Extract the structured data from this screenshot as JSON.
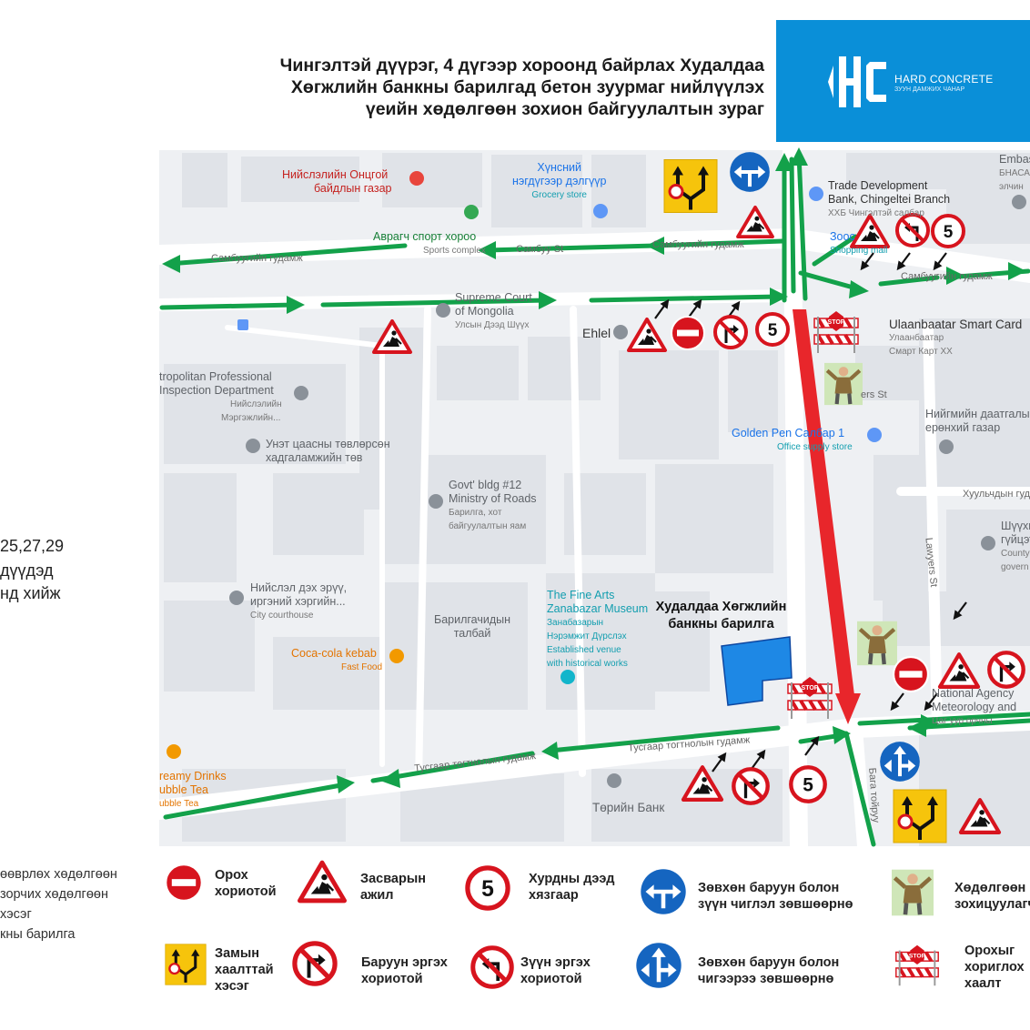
{
  "header": {
    "title_lines": [
      "Чингэлтэй дүүрэг, 4 дүгээр хороонд байрлах Худалдаа",
      "Хөгжлийн банкны барилгад бетон зуурмаг нийлүүлэх",
      "үеийн хөдөлгөөн зохион байгуулалтын зураг"
    ]
  },
  "logo": {
    "name": "HARD CONCRETE",
    "tagline": "ЗУУН ДАМЖИХ ЧАНАР",
    "bg_color": "#0a8fd8"
  },
  "map": {
    "places": {
      "p1": {
        "name": "Нийслэлийн Онцгой",
        "name2": "байдлын газар"
      },
      "p2": {
        "name": "Хүнсний",
        "name2": "нэгдүгээр дэлгүүр",
        "sub": "Grocery store"
      },
      "p3": {
        "name": "Trade Development",
        "name2": "Bank, Chingeltei Branch",
        "sub": "ХХБ Чингэлтэй салбар"
      },
      "p4": {
        "name": "Embassy",
        "name2": "БНАСАУ",
        "sub": "элчин"
      },
      "p5": {
        "name": "Аврагч спорт хороо",
        "sub": "Sports complex"
      },
      "p6": {
        "name": "Supreme Court",
        "name2": "of Mongolia",
        "sub": "Улсын Дээд Шүүх"
      },
      "p7": {
        "name": "Ehlel"
      },
      "p8": {
        "name": "Ulaanbaatar Smart Card",
        "sub": "Улаанбаатар",
        "sub2": "Смарт Карт ХХ"
      },
      "p9": {
        "name": "tropolitan Professional",
        "name2": "Inspection Department",
        "sub": "Нийслэлийн",
        "sub2": "Мэргэжлийн..."
      },
      "p10": {
        "name": "Нийгмийн даатгалын",
        "name2": "ерөнхий газар"
      },
      "p11": {
        "name": "Golden Pen",
        "name2": "Салбар 1",
        "sub": "Office supply store"
      },
      "p12": {
        "name": "Унэт цаасны төвлөрсөн",
        "name2": "хадгаламжийн төв"
      },
      "p13": {
        "name": "Govt' bldg #12",
        "name2": "Ministry of Roads",
        "sub": "Барилга, хот",
        "sub2": "байгуулалтын яам"
      },
      "p14": {
        "name": "Шүүхийн",
        "name2": "гүйцэтгэл",
        "sub": "County",
        "sub2": "govern"
      },
      "p15": {
        "name": "Нийслэл дэх эрүү,",
        "name2": "иргэний хэргийн...",
        "sub": "City courthouse"
      },
      "p16": {
        "name": "Барилгачидын",
        "name2": "талбай"
      },
      "p17": {
        "name": "The Fine Arts",
        "name2": "Zanabazar Museum",
        "sub": "Занабазарын",
        "sub2": "Нэрэмжит Дүрслэх",
        "sub3": "Established venue",
        "sub4": "with historical works"
      },
      "p18": {
        "name": "Coca-cola kebab",
        "sub": "Fast Food"
      },
      "p19": {
        "name": "reamy Drinks",
        "name2": "ubble Tea",
        "sub": "ubble Tea"
      },
      "p20": {
        "name": "Төрийн Банк"
      },
      "p21": {
        "name": "National Agency",
        "name2": "Meteorology and",
        "sub": "Цаг уур орчны"
      },
      "p22": {
        "name": "Зоос",
        "sub": "Shopping mall"
      }
    },
    "streets": {
      "s1": "Самбуугийн гудамж",
      "s2": "Самбуу St",
      "s3": "Самбуугийн гудамж",
      "s4": "Самбуугийн гудамж",
      "s5": "Тусгаар тогтнолын гудамж",
      "s6": "Тусгаар тогтнолын гудамж",
      "s7": "Бага тойруу",
      "s8": "Lawyers St",
      "s9": "Хуульчдын гудамж",
      "s10": "ers St"
    },
    "speed_limit_value": "5",
    "stop_text": "STOP"
  },
  "bank_label": {
    "line1": "Худалдаа Хөгжлийн",
    "line2": "банкны барилга"
  },
  "left_text": [
    "25,27,29",
    "дүүдэд",
    "нд хийж"
  ],
  "legend": {
    "left_cut": [
      "өөврлөх хөдөлгөөн",
      "зорчих хөдөлгөөн",
      "хэсэг",
      "кны барилга"
    ],
    "no_entry": "Орох хориотой",
    "roadwork": "Засварын ажил",
    "speed": "Хурдны дээд хязгаар",
    "left_right": "Зөвхөн баруун болон зүүн чиглэл зөвшөөрнө",
    "controller": "Хөдөлгөөн зохицуулагч",
    "closed_road": "Замын хаалттай хэсэг",
    "no_right": "Баруун эргэх хориотой",
    "no_left": "Зүүн эргэх хориотой",
    "right_straight": "Зөвхөн баруун болон чигээрээ зөвшөөрнө",
    "barrier": "Орохыг хориглох хаалт"
  },
  "legend_lines": {
    "no_entry": [
      "Орох",
      "хориотой"
    ],
    "roadwork": [
      "Засварын",
      "ажил"
    ],
    "speed": [
      "Хурдны дээд",
      "хязгаар"
    ],
    "left_right": [
      "Зөвхөн баруун болон",
      "зүүн чиглэл зөвшөөрнө"
    ],
    "controller": [
      "Хөдөлгөөн",
      "зохицуулагч"
    ],
    "closed_road": [
      "Замын",
      "хаалттай",
      "хэсэг"
    ],
    "no_right": [
      "Баруун эргэх",
      "хориотой"
    ],
    "no_left": [
      "Зүүн эргэх",
      "хориотой"
    ],
    "right_straight": [
      "Зөвхөн баруун болон",
      "чигээрээ зөвшөөрнө"
    ],
    "barrier": [
      "Орохыг",
      "хориглох",
      "хаалт"
    ]
  },
  "colors": {
    "route_green": "#13a14a",
    "closure_red": "#e8262b",
    "sign_red": "#d7141e",
    "sign_blue": "#1565c0",
    "sign_yellow": "#f6c40c",
    "building_blue": "#1e88e5"
  }
}
